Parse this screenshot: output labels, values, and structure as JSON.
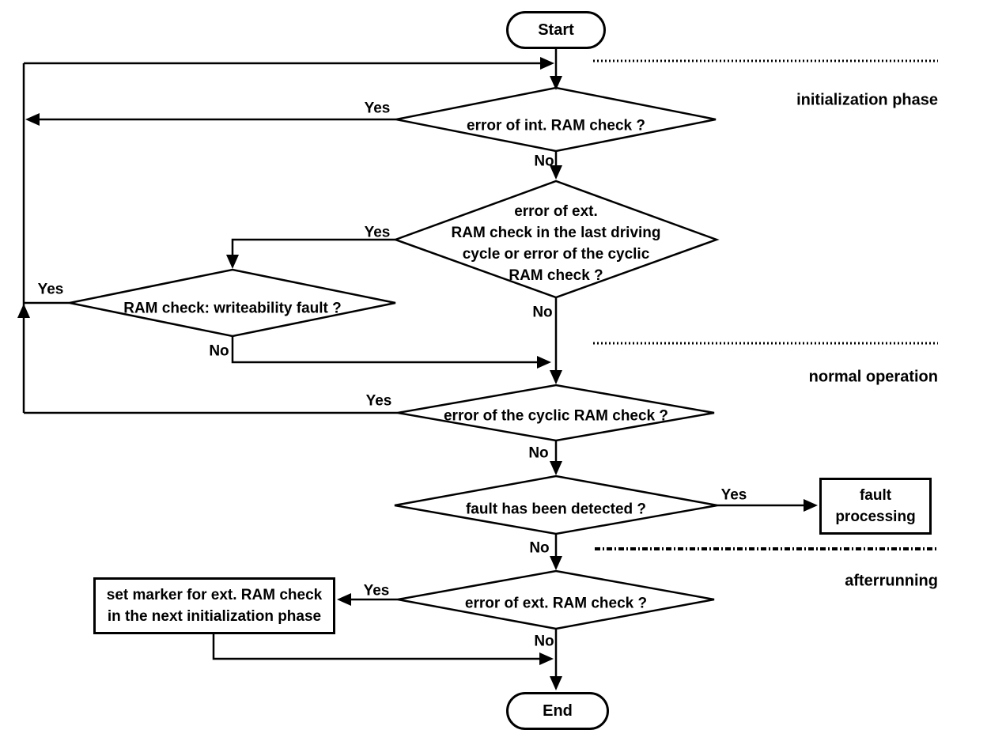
{
  "canvas": {
    "background": "#ffffff",
    "line_color": "#000000"
  },
  "nodes": {
    "start": "Start",
    "end": "End",
    "decision_int_ram": "error of int. RAM check ?",
    "decision_ext_ram_driving": [
      "error of ext.",
      "RAM check in the last driving",
      "cycle or error of the cyclic",
      "RAM check ?"
    ],
    "decision_writeability": "RAM check: writeability fault ?",
    "decision_cyclic_ram": "error of the cyclic RAM check ?",
    "decision_fault_detected": "fault has been detected ?",
    "decision_ext_ram": "error of ext. RAM check ?",
    "process_fault": [
      "fault",
      "processing"
    ],
    "process_set_marker": [
      "set marker for ext. RAM check",
      "in the next  initialization phase"
    ]
  },
  "labels": {
    "yes": "Yes",
    "no": "No"
  },
  "phases": [
    "initialization phase",
    "normal operation",
    "afterrunning"
  ]
}
